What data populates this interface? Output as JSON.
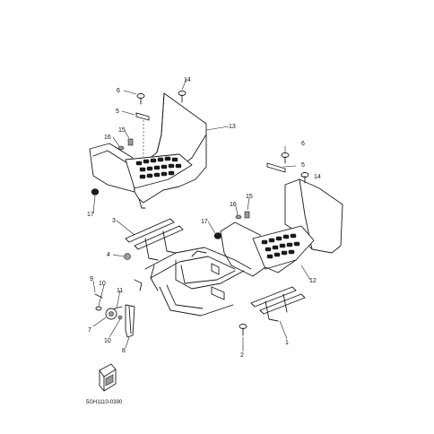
{
  "callouts": {
    "c1": "1",
    "c2": "2",
    "c3": "3",
    "c4": "4",
    "c5a": "5",
    "c5b": "5",
    "c6a": "6",
    "c6b": "6",
    "c7": "7",
    "c8": "8",
    "c9": "9",
    "c10a": "10",
    "c10b": "10",
    "c11": "11",
    "c12": "12",
    "c13": "13",
    "c14a": "14",
    "c14b": "14",
    "c15a": "15",
    "c15b": "15",
    "c16a": "16",
    "c16b": "16",
    "c17a": "17",
    "c17b": "17"
  },
  "diagram_code": "5GH1110-0390",
  "icons": {
    "book": "manual-book-icon",
    "bolt": "bolt-icon",
    "nut": "nut-icon",
    "bracket": "bracket-icon"
  }
}
